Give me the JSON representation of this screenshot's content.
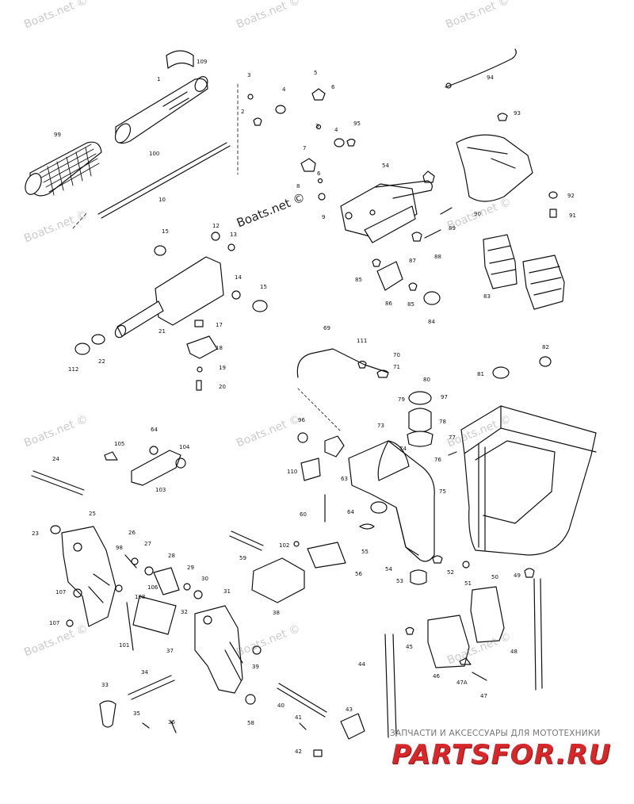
{
  "watermarks": [
    "Boats.net ©",
    "Boats.net ©",
    "Boats.net ©",
    "Boats.net ©",
    "Boats.net ©",
    "Boats.net ©",
    "Boats.net ©",
    "Boats.net ©",
    "Boats.net ©",
    "Boats.net ©",
    "Boats.net ©",
    "Boats.net ©"
  ],
  "footer": {
    "line": "ЗАПЧАСТИ И АКСЕССУАРЫ ДЛЯ МОТОТЕХНИКИ",
    "logo": "PARTSFOR.RU"
  },
  "callouts": [
    "109",
    "1",
    "3",
    "4",
    "5",
    "6",
    "2",
    "99",
    "100",
    "10",
    "94",
    "93",
    "95",
    "3",
    "4",
    "7",
    "54",
    "6",
    "8",
    "92",
    "91",
    "90",
    "12",
    "13",
    "15",
    "89",
    "9",
    "87",
    "88",
    "14",
    "15",
    "85",
    "86",
    "85",
    "84",
    "83",
    "21",
    "17",
    "18",
    "22",
    "112",
    "19",
    "20",
    "69",
    "111",
    "70",
    "71",
    "80",
    "82",
    "81",
    "79",
    "97",
    "96",
    "73",
    "78",
    "64",
    "105",
    "104",
    "103",
    "74",
    "76",
    "77",
    "110",
    "63",
    "24",
    "75",
    "25",
    "60",
    "64",
    "23",
    "26",
    "27",
    "98",
    "28",
    "102",
    "55",
    "59",
    "56",
    "54",
    "52",
    "50",
    "49",
    "107",
    "106",
    "29",
    "30",
    "108",
    "53",
    "51",
    "31",
    "32",
    "107",
    "101",
    "37",
    "45",
    "58",
    "48",
    "46",
    "47A",
    "33",
    "34",
    "39",
    "47",
    "35",
    "36",
    "38",
    "40",
    "43",
    "41",
    "44",
    "42"
  ]
}
